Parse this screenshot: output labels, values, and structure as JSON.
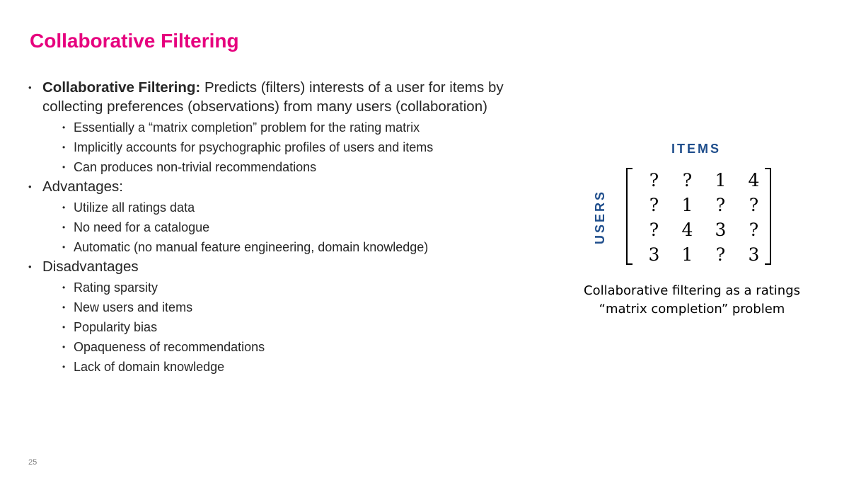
{
  "slide": {
    "title": "Collaborative Filtering",
    "page_number": "25",
    "accent_color": "#e6007e",
    "label_color": "#1f4e8c"
  },
  "bullets": [
    {
      "bold": "Collaborative Filtering:",
      "text": " Predicts (filters) interests of a user for items by collecting preferences (observations) from many users (collaboration)",
      "sub": [
        "Essentially a “matrix completion” problem for the rating matrix",
        "Implicitly accounts for psychographic profiles of users and items",
        "Can produces non-trivial recommendations"
      ]
    },
    {
      "text": "Advantages:",
      "sub": [
        "Utilize all ratings data",
        "No need for a catalogue",
        "Automatic (no manual feature engineering, domain knowledge)"
      ]
    },
    {
      "text": "Disadvantages",
      "sub": [
        "Rating sparsity",
        "New users and items",
        "Popularity bias",
        "Opaqueness of recommendations",
        "Lack of domain knowledge"
      ]
    }
  ],
  "figure": {
    "column_label": "ITEMS",
    "row_label": "USERS",
    "matrix": [
      [
        "?",
        "?",
        "1",
        "4"
      ],
      [
        "?",
        "1",
        "?",
        "?"
      ],
      [
        "?",
        "4",
        "3",
        "?"
      ],
      [
        "3",
        "1",
        "?",
        "3"
      ]
    ],
    "caption_line1": "Collaborative filtering as a ratings",
    "caption_line2": "“matrix completion” problem"
  }
}
